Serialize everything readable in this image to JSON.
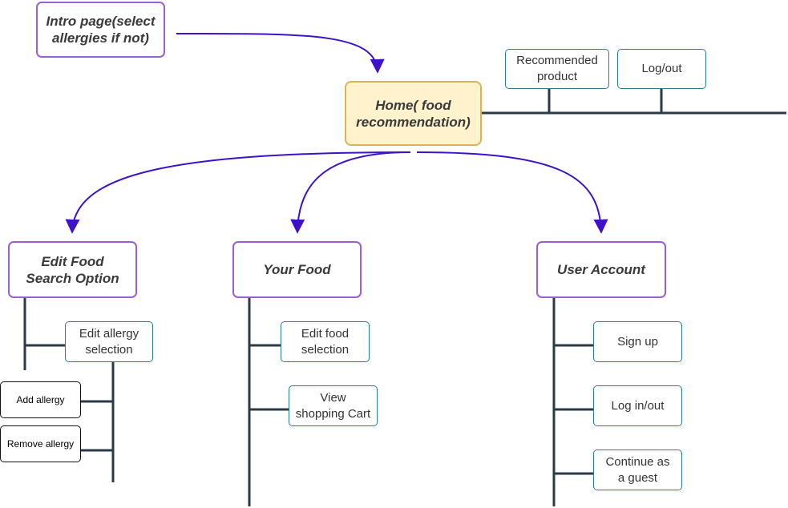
{
  "colors": {
    "arrow": "#3d12c9",
    "tree_line": "#2b3a47",
    "purple_border": "#9a5fd0",
    "home_fill": "#fff2cc",
    "home_border": "#d6b656",
    "teal_border": "#2a7f8c"
  },
  "nodes": {
    "intro": "Intro page(select\nallergies if not)",
    "home": "Home( food\nrecommendation)",
    "recommended_product": "Recommended\nproduct",
    "log_out": "Log/out",
    "edit_food_search": "Edit Food\nSearch Option",
    "your_food": "Your Food",
    "user_account": "User Account",
    "edit_allergy_selection": "Edit allergy\nselection",
    "add_allergy": "Add allergy",
    "remove_allergy": "Remove allergy",
    "edit_food_selection": "Edit food\nselection",
    "view_shopping_cart": "View\nshopping Cart",
    "sign_up": "Sign up",
    "log_in_out": "Log in/out",
    "continue_as_guest": "Continue as\na guest"
  }
}
